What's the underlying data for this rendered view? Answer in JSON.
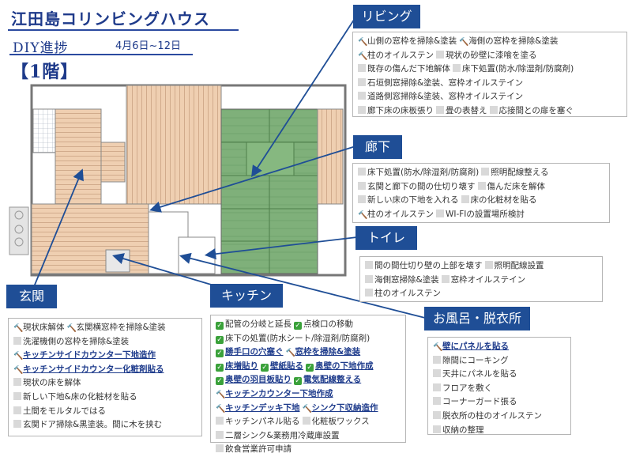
{
  "header": {
    "title": "江田島コリンビングハウス",
    "diy": "DIY進捗",
    "date": "4月6日~12日",
    "floor": "【1階】"
  },
  "colors": {
    "tag_bg": "#1f4e96",
    "check": "#3aa13a",
    "hammer": "#8b5a2b",
    "done_text": "#1f3c8c"
  },
  "tags": {
    "living": "リビング",
    "hallway": "廊下",
    "toilet": "トイレ",
    "entrance": "玄関",
    "kitchen": "キッチン",
    "bath": "お風呂・脱衣所"
  },
  "living": [
    [
      {
        "icon": "hammer",
        "text": "山側の窓枠を掃除&塗装"
      },
      {
        "icon": "hammer",
        "text": "海側の窓枠を掃除&塗装"
      }
    ],
    [
      {
        "icon": "hammer",
        "text": "柱のオイルステン"
      },
      {
        "icon": "square",
        "text": "現状の砂壁に漆喰を塗る"
      }
    ],
    [
      {
        "icon": "square",
        "text": "既存の傷んだ下地解体"
      },
      {
        "icon": "square",
        "text": "床下処置(防水/除湿剤/防腐剤)"
      }
    ],
    [
      {
        "icon": "square",
        "text": "石垣側窓掃除&塗装、窓枠オイルステイン"
      }
    ],
    [
      {
        "icon": "square",
        "text": "道路側窓掃除&塗装、窓枠オイルステイン"
      }
    ],
    [
      {
        "icon": "square",
        "text": "廊下床の床板張り"
      },
      {
        "icon": "square",
        "text": "畳の表替え"
      },
      {
        "icon": "square",
        "text": "応接間との扉を塞ぐ"
      }
    ]
  ],
  "hallway": [
    [
      {
        "icon": "square",
        "text": "床下処置(防水/除湿剤/防腐剤)"
      },
      {
        "icon": "square",
        "text": "照明配線整える"
      }
    ],
    [
      {
        "icon": "square",
        "text": "玄関と廊下の間の仕切り壊す"
      },
      {
        "icon": "square",
        "text": "傷んだ床を解体"
      }
    ],
    [
      {
        "icon": "square",
        "text": "新しい床の下地を入れる"
      },
      {
        "icon": "square",
        "text": "床の化粧材を貼る"
      }
    ],
    [
      {
        "icon": "hammer",
        "text": "柱のオイルステン"
      },
      {
        "icon": "square",
        "text": "WI-FIの設置場所検討"
      }
    ]
  ],
  "toilet": [
    [
      {
        "icon": "square",
        "text": "間の間仕切り壁の上部を壊す"
      },
      {
        "icon": "square",
        "text": "照明配線設置"
      }
    ],
    [
      {
        "icon": "square",
        "text": "海側窓掃除&塗装"
      },
      {
        "icon": "square",
        "text": "窓枠オイルステイン"
      }
    ],
    [
      {
        "icon": "square",
        "text": "柱のオイルステン"
      }
    ]
  ],
  "entrance": [
    [
      {
        "icon": "hammer",
        "text": "現状床解体"
      },
      {
        "icon": "hammer",
        "text": "玄関横窓枠を掃除&塗装"
      }
    ],
    [
      {
        "icon": "square",
        "text": "洗濯機側の窓枠を掃除&塗装"
      }
    ],
    [
      {
        "icon": "hammer",
        "text": "キッチンサイドカウンター下地造作",
        "bold": true
      }
    ],
    [
      {
        "icon": "hammer",
        "text": "キッチンサイドカウンター化粧剤貼る",
        "bold": true
      }
    ],
    [
      {
        "icon": "square",
        "text": "現状の床を解体"
      }
    ],
    [
      {
        "icon": "square",
        "text": "新しい下地&床の化粧材を貼る"
      }
    ],
    [
      {
        "icon": "square",
        "text": "土間をモルタルではる"
      }
    ],
    [
      {
        "icon": "square",
        "text": "玄関ドア掃除&黒塗装。間に木を挟む"
      }
    ]
  ],
  "kitchen": [
    [
      {
        "icon": "check",
        "text": "配管の分岐と延長"
      },
      {
        "icon": "check",
        "text": "点検口の移動"
      }
    ],
    [
      {
        "icon": "check",
        "text": "床下の処置(防水シート/除湿剤/防腐剤)"
      }
    ],
    [
      {
        "icon": "check",
        "text": "勝手口の穴塞ぐ",
        "bold": true
      },
      {
        "icon": "hammer",
        "text": "窓枠を掃除&塗装",
        "bold": true
      }
    ],
    [
      {
        "icon": "check",
        "text": "床増貼り",
        "bold": true
      },
      {
        "icon": "check",
        "text": "壁紙貼る",
        "bold": true
      },
      {
        "icon": "check",
        "text": "奥壁の下地作成",
        "bold": true
      }
    ],
    [
      {
        "icon": "check",
        "text": "奥壁の羽目板貼り",
        "bold": true
      },
      {
        "icon": "check",
        "text": "電気配線整える",
        "bold": true
      }
    ],
    [
      {
        "icon": "hammer",
        "text": "キッチンカウンター下地作成",
        "bold": true
      }
    ],
    [
      {
        "icon": "hammer",
        "text": "キッチンデッキ下地",
        "bold": true
      },
      {
        "icon": "hammer",
        "text": "シンク下収納造作",
        "bold": true
      }
    ],
    [
      {
        "icon": "square",
        "text": "キッチンパネル貼る"
      },
      {
        "icon": "square",
        "text": "化粧板ワックス"
      }
    ],
    [
      {
        "icon": "square",
        "text": "二層シンク&業務用冷蔵庫設置"
      }
    ],
    [
      {
        "icon": "square",
        "text": "飲食営業許可申請"
      }
    ]
  ],
  "bath": [
    [
      {
        "icon": "hammer",
        "text": "壁にパネルを貼る",
        "bold": true
      }
    ],
    [
      {
        "icon": "square",
        "text": "隙間にコーキング"
      }
    ],
    [
      {
        "icon": "square",
        "text": "天井にパネルを貼る"
      }
    ],
    [
      {
        "icon": "square",
        "text": "フロアを敷く"
      }
    ],
    [
      {
        "icon": "square",
        "text": "コーナーガード張る"
      }
    ],
    [
      {
        "icon": "square",
        "text": "脱衣所の柱のオイルステン"
      }
    ],
    [
      {
        "icon": "square",
        "text": "収納の整理"
      }
    ]
  ]
}
